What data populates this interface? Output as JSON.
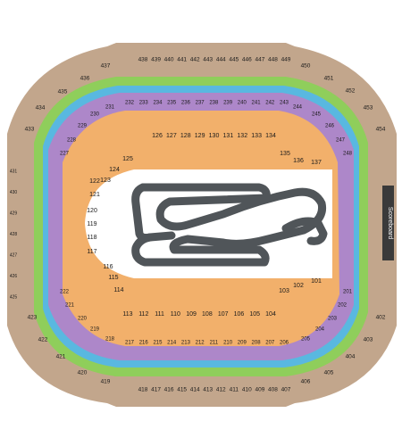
{
  "colors": {
    "upper": "#c2a68c",
    "mid": "#ad87c9",
    "lower": "#f2b06b",
    "suite_green": "#8fce5b",
    "suite_blue": "#59b8e0",
    "track": "#505559",
    "label": "#222222",
    "small_label": "#1a1a1a"
  },
  "scoreboard_label": "Scoreboard",
  "sections": {
    "upper": {
      "top": [
        "438",
        "439",
        "440",
        "441",
        "442",
        "443",
        "444",
        "445",
        "446",
        "447",
        "448",
        "449"
      ],
      "bottom": [
        "418",
        "417",
        "416",
        "415",
        "414",
        "413",
        "412",
        "411",
        "410",
        "409",
        "408",
        "407"
      ],
      "left_top": [
        "437",
        "436",
        "435",
        "434",
        "433"
      ],
      "left_bottom": [
        "423",
        "422",
        "421",
        "420",
        "419"
      ],
      "right_top": [
        "450",
        "451",
        "452",
        "453",
        "454"
      ],
      "right_bottom": [
        "402",
        "403",
        "404",
        "405",
        "406"
      ],
      "left_side": [
        "431",
        "430",
        "429",
        "428",
        "427",
        "426",
        "425"
      ]
    },
    "mid": {
      "top": [
        "232",
        "233",
        "234",
        "235",
        "236",
        "237",
        "238",
        "239",
        "240",
        "241",
        "242",
        "243"
      ],
      "bottom": [
        "217",
        "216",
        "215",
        "214",
        "213",
        "212",
        "211",
        "210",
        "209",
        "208",
        "207",
        "206"
      ],
      "left_top": [
        "231",
        "230",
        "229",
        "228",
        "227"
      ],
      "left_bottom": [
        "222",
        "221",
        "220",
        "219",
        "218"
      ],
      "right_top": [
        "244",
        "245",
        "246",
        "247",
        "248"
      ],
      "right_bottom": [
        "201",
        "202",
        "203",
        "204",
        "205"
      ]
    },
    "lower": {
      "top": [
        "126",
        "127",
        "128",
        "129",
        "130",
        "131",
        "132",
        "133",
        "134"
      ],
      "bottom": [
        "113",
        "112",
        "111",
        "110",
        "109",
        "108",
        "107",
        "106",
        "105",
        "104"
      ],
      "left": [
        "125",
        "124",
        "123",
        "122",
        "121",
        "120",
        "119",
        "118",
        "117",
        "116",
        "115",
        "114"
      ],
      "right": [
        "135",
        "136",
        "137",
        "103",
        "102",
        "101"
      ]
    }
  }
}
